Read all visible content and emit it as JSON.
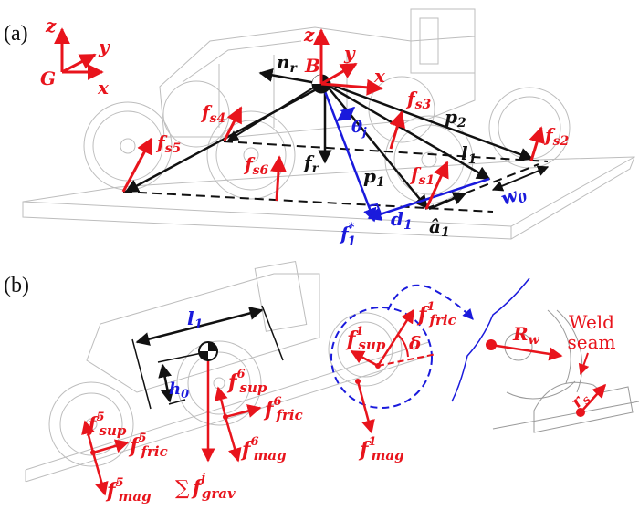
{
  "colors": {
    "force": "#e8141c",
    "vector": "#111111",
    "highlight": "#1a1adc",
    "sketch": "#bdbdbd"
  },
  "panel_a": {
    "label": "(a)",
    "global_frame": {
      "origin": "G",
      "x": "x",
      "y": "y",
      "z": "z"
    },
    "body_frame": {
      "origin": "B",
      "x": "x",
      "y": "y",
      "z": "z"
    },
    "vectors": {
      "n_r": {
        "main": "n",
        "sub": "r"
      },
      "f_r": {
        "main": "f",
        "sub": "r"
      },
      "p_1": {
        "main": "p",
        "sub": "1"
      },
      "p_2": {
        "main": "p",
        "sub": "2"
      },
      "l_1": {
        "main": "l",
        "sub": "1"
      },
      "a_1": {
        "main": "â",
        "sub": "1"
      },
      "d_1": {
        "main": "d",
        "sub": "1"
      },
      "f_1_star": {
        "main": "f",
        "sub": "1",
        "sup": "*"
      },
      "theta_j": {
        "main": "θ",
        "sub": "j"
      },
      "w_0": {
        "main": "w",
        "sub": "0"
      }
    },
    "support_forces": [
      {
        "main": "f",
        "sub": "s1"
      },
      {
        "main": "f",
        "sub": "s2"
      },
      {
        "main": "f",
        "sub": "s3"
      },
      {
        "main": "f",
        "sub": "s4"
      },
      {
        "main": "f",
        "sub": "s5"
      },
      {
        "main": "f",
        "sub": "s6"
      }
    ]
  },
  "panel_b": {
    "label": "(b)",
    "dims": {
      "l_1": {
        "main": "l",
        "sub": "1"
      },
      "h_0": {
        "main": "h",
        "sub": "0"
      },
      "R_w": {
        "main": "R",
        "sub": "w"
      },
      "r_s": {
        "main": "r",
        "sub": "s"
      },
      "delta": "δ"
    },
    "forces": {
      "f5_sup": {
        "main": "f",
        "sup": "5",
        "sub": "sup"
      },
      "f5_fric": {
        "main": "f",
        "sup": "5",
        "sub": "fric"
      },
      "f5_mag": {
        "main": "f",
        "sup": "5",
        "sub": "mag"
      },
      "f6_sup": {
        "main": "f",
        "sup": "6",
        "sub": "sup"
      },
      "f6_fric": {
        "main": "f",
        "sup": "6",
        "sub": "fric"
      },
      "f6_mag": {
        "main": "f",
        "sup": "6",
        "sub": "mag"
      },
      "f1_sup": {
        "main": "f",
        "sup": "1",
        "sub": "sup"
      },
      "f1_fric": {
        "main": "f",
        "sup": "1",
        "sub": "fric"
      },
      "f1_mag": {
        "main": "f",
        "sup": "1",
        "sub": "mag"
      },
      "grav": {
        "prefix": "∑",
        "main": "f",
        "sup": "j",
        "sub": "grav"
      }
    },
    "weld_seam": {
      "line1": "Weld",
      "line2": "seam"
    }
  }
}
